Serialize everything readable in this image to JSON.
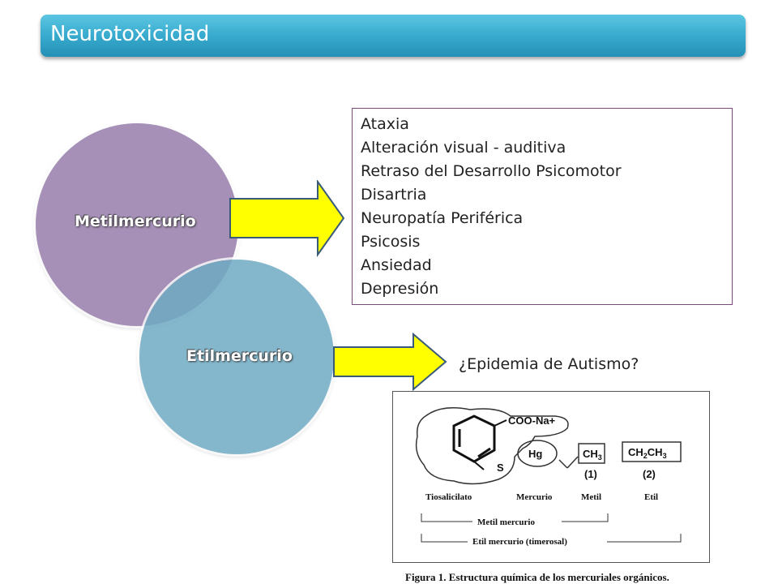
{
  "title": "Neurotoxicidad",
  "circles": {
    "metil": "Metilmercurio",
    "etil": "Etilmercurio"
  },
  "symptoms": [
    "Ataxia",
    "Alteración visual - auditiva",
    "Retraso del Desarrollo Psicomotor",
    "Disartria",
    "Neuropatía Periférica",
    "Psicosis",
    "Ansiedad",
    "Depresión"
  ],
  "question": "¿Epidemia de Autismo?",
  "figure": {
    "coo": "COO-Na+",
    "hg": "Hg",
    "s": "S",
    "ch3": "CH",
    "ch3_sub": "3",
    "ch2ch3_a": "CH",
    "ch2ch3_sub1": "2",
    "ch2ch3_b": "CH",
    "ch2ch3_sub2": "3",
    "num1": "(1)",
    "num2": "(2)",
    "label_tio": "Tiosalicilato",
    "label_mercurio": "Mercurio",
    "label_metil": "Metil",
    "label_etil": "Etil",
    "bracket_metil": "Metil mercurio",
    "bracket_etil": "Etil mercurio (timerosal)"
  },
  "caption": "Figura 1. Estructura química de los mercuriales orgánicos.",
  "colors": {
    "title_bar": "#35a8cc",
    "circle_metil": "#967daa",
    "circle_etil": "#6eaac3",
    "arrow_fill": "#ffff00",
    "list_border": "#7a4b7a"
  }
}
